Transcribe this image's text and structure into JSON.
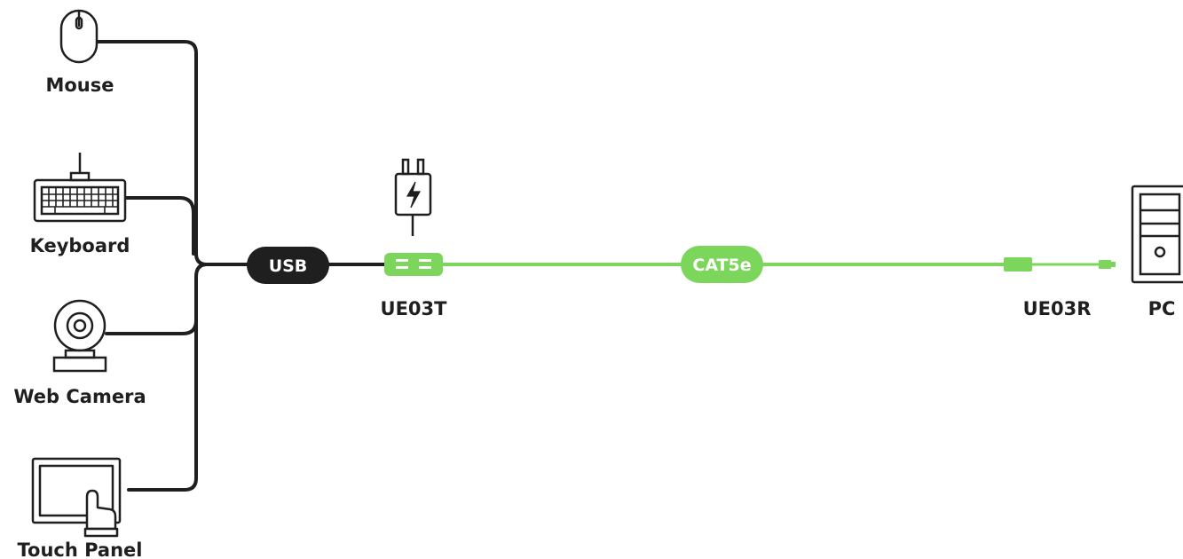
{
  "devices": {
    "mouse": "Mouse",
    "keyboard": "Keyboard",
    "web_camera": "Web Camera",
    "touch_panel": "Touch Panel"
  },
  "links": {
    "usb": "USB",
    "cat5e": "CAT5e"
  },
  "units": {
    "transmitter": "UE03T",
    "receiver": "UE03R",
    "pc": "PC"
  },
  "colors": {
    "dark": "#1f1f1f",
    "green": "#7dd65c",
    "background": "#ffffff"
  },
  "icons": [
    "mouse-icon",
    "keyboard-icon",
    "web-camera-icon",
    "touch-panel-icon",
    "power-plug-icon",
    "pc-tower-icon"
  ]
}
